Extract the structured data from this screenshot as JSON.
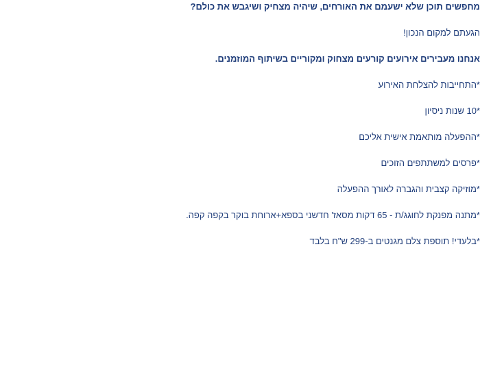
{
  "lines": [
    {
      "text": "מחפשים תוכן שלא ישעמם את האורחים, שיהיה מצחיק ושיגבש את כולם?",
      "bold": true
    },
    {
      "text": "הגעתם למקום הנכון!",
      "bold": false
    },
    {
      "text": "אנחנו מעבירים אירועים קורעים מצחוק ומקוריים בשיתוף המוזמנים.",
      "bold": true
    },
    {
      "text": "*התחייבות להצלחת האירוע",
      "bold": false
    },
    {
      "text": "*10 שנות ניסיון",
      "bold": false
    },
    {
      "text": "*ההפעלה מותאמת אישית אליכם",
      "bold": false
    },
    {
      "text": "*פרסים למשתתפים הזוכים",
      "bold": false
    },
    {
      "text": "*מוזיקה קצבית  והגברה לאורך ההפעלה",
      "bold": false
    },
    {
      "text": "*מתנה מפנקת לחוגג/ת - 65 דקות מסאז' חדשני בספא+ארוחת בוקר בקפה קפה.",
      "bold": false
    },
    {
      "text": "*בלעדי! תוספת צלם מגנטים ב-299 ש\"ח בלבד",
      "bold": false
    }
  ],
  "colors": {
    "text": "#1f3d7a",
    "background": "#ffffff"
  }
}
